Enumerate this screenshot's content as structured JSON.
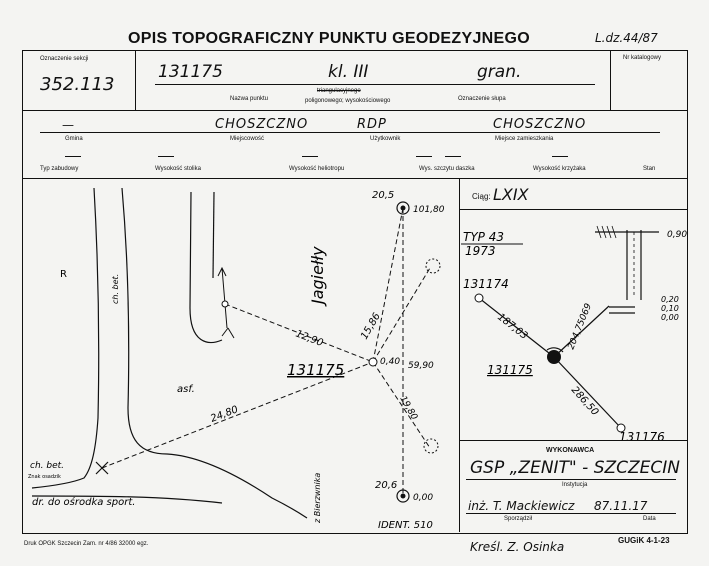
{
  "header": {
    "title": "OPIS TOPOGRAFICZNY PUNKTU GEODEZYJNEGO",
    "doc_number": "L.dz.44/87"
  },
  "row1": {
    "oznaczenie_sekcji_label": "Oznaczenie sekcji",
    "sekcja": "352.113",
    "nazwa_punktu": "131175",
    "klasa": "kl. III",
    "typ_znaku": "gran.",
    "nazwa_punktu_label": "Nazwa punktu",
    "triangulacyjnego": "triangulacyjnego",
    "poligonowego_label": "poligonowego; wysokościowego",
    "oznaczenie_slupa_label": "Oznaczenie słupa",
    "nr_katalogowy_label": "Nr katalogowy"
  },
  "row2": {
    "gmina": "—",
    "gmina_label": "Gmina",
    "miejscowosc": "CHOSZCZNO",
    "miejscowosc_label": "Miejscowość",
    "uzytkownik": "RDP",
    "uzytkownik_label": "Użytkownik",
    "miejsce_zamieszkania": "CHOSZCZNO",
    "miejsce_zamieszkania_label": "Miejsce zamieszkania"
  },
  "row3": {
    "labels": [
      "Typ zabudowy",
      "Wysokość stolika",
      "Wysokość heliotropu",
      "Wys. szczytu daszka",
      "Wysokość krzyżaka",
      "Stan"
    ]
  },
  "sketch": {
    "label_r": "R",
    "ch_bet_top": "ch. bet.",
    "street": "Jagiełły",
    "asf": "asf.",
    "point": "131175",
    "d_12_90": "12,90",
    "d_15_86": "15,86",
    "d_24_80": "24,80",
    "d_0_40": "0,40",
    "d_59_90": "59,90",
    "d_19_80": "19,80",
    "top_left": "20,5",
    "top_right": "101,80",
    "bot_left": "20,6",
    "bot_right": "0,00",
    "ch_bet_bottom": "ch. bet.",
    "znak_label": "Znak osadzik",
    "road": "dr. do ośrodka sport.",
    "z_bierzwnika": "z Bierzwnika",
    "ident": "IDENT. 510"
  },
  "ciag": {
    "label": "Ciąg:",
    "value": "LXIX",
    "typ": "TYP 43",
    "year": "1973",
    "p_left": "131174",
    "p_mid": "131175",
    "p_right": "131176",
    "d1": "187,03",
    "d2": "286,50",
    "angle": "204,75069",
    "h1": "0,90",
    "h2": "0,20",
    "h3": "0,10",
    "h4": "0,00"
  },
  "wykonawca": {
    "label": "WYKONAWCA",
    "name": "GSP „ZENIT\" - SZCZECIN",
    "instytucja_label": "Instytucja",
    "sporzadzil": "inż. T. Mackiewicz",
    "sporzadzil_label": "Sporządził",
    "date": "87.11.17",
    "date_label": "Data"
  },
  "footer": {
    "druk": "Druk OPGK Szczecin Zam. nr 4/86 32000 egz.",
    "kreslil": "Kreśl. Z. Osinka",
    "form_code": "GUGiK 4-1-23"
  }
}
